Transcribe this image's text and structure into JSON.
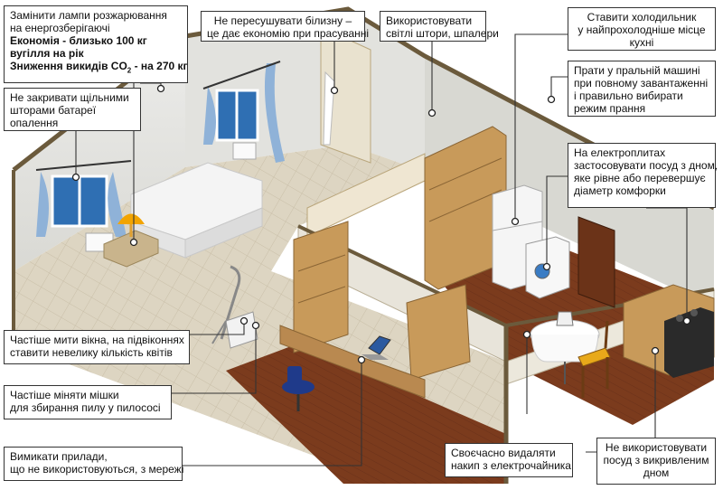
{
  "colors": {
    "wall_light": "#e6e6e2",
    "wall_shadow": "#cfcfc9",
    "floor_tile": "#d8d0bc",
    "floor_wood": "#7a3a1c",
    "furniture_wood": "#c89a5a",
    "trim": "#6b5a3c",
    "curtain": "#8fb2d8",
    "window_glass": "#2f6fb3",
    "leader": "#333333"
  },
  "icons": [
    "lamp-icon",
    "sofa-icon",
    "window-icon",
    "curtain-icon",
    "vacuum-icon",
    "fridge-icon",
    "washing-machine-icon",
    "stove-icon",
    "kettle-icon",
    "laptop-icon",
    "office-chair-icon",
    "table-icon"
  ],
  "callouts": {
    "lamps": {
      "line1": "Замінити лампи розжарювання",
      "line2": "на енергозберігаючі",
      "line3": "Економія - близько 100 кг",
      "line4": "вугілля на рік",
      "line5a": "Зниження викидів CO",
      "line5sub": "2",
      "line5b": " - на 270 кг"
    },
    "curtains_heat": {
      "line1": "Не закривати щільними",
      "line2": "шторами батареї",
      "line3": "опалення"
    },
    "laundry_dry": {
      "line1": "Не пересушувати білизну –",
      "line2": "це дає економію при прасуванні"
    },
    "light_curtains": {
      "line1": "Використовувати",
      "line2": "світлі штори, шпалери"
    },
    "fridge": {
      "line1": "Ставити холодильник",
      "line2": "у найпрохолодніше місце",
      "line3": "кухні"
    },
    "washer": {
      "line1": "Прати у пральній машині",
      "line2": "при повному завантаженні",
      "line3": "і правильно вибирати",
      "line4": "режим прання"
    },
    "stove": {
      "line1": "На електроплитах",
      "line2": "застосовувати посуд з дном,",
      "line3": "яке рівне або перевершує",
      "line4": "діаметр комфорки"
    },
    "windows": {
      "line1": "Частіше мити вікна, на підвіконнях",
      "line2": "ставити невелику кількість квітів"
    },
    "vacuum": {
      "line1": "Частіше міняти мішки",
      "line2": "для збирання пилу у пилососі"
    },
    "unplug": {
      "line1": "Вимикати прилади,",
      "line2": "що не використовуються, з мережі"
    },
    "kettle": {
      "line1": "Своєчасно видаляти",
      "line2": "накип з електрочайника"
    },
    "cookware": {
      "line1": "Не використовувати",
      "line2": "посуд з викривленим",
      "line3": "дном"
    }
  }
}
